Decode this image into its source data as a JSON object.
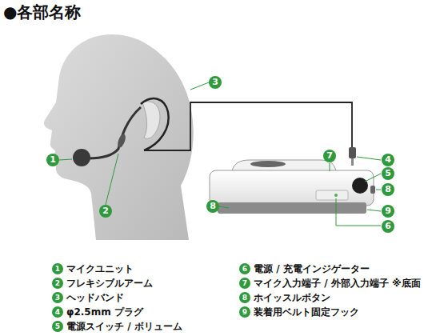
{
  "diagram": {
    "title": "●各部名称",
    "labels": [
      "1",
      "2",
      "3",
      "7",
      "4",
      "5",
      "8",
      "8",
      "9",
      "6",
      "1",
      "マイクユニット",
      "2",
      "フレキシブルアーム",
      "3",
      "ヘッドバンド",
      "4",
      "φ2.5mm プラグ",
      "5",
      "電源スイッチ / ボリューム",
      "6",
      "電源 / 充電インジゲーター",
      "7",
      "マイク入力端子 / 外部入力端子 ※底面",
      "8",
      "ホイッスルボタン",
      "9",
      "装着用ベルト固定フック"
    ]
  }
}
